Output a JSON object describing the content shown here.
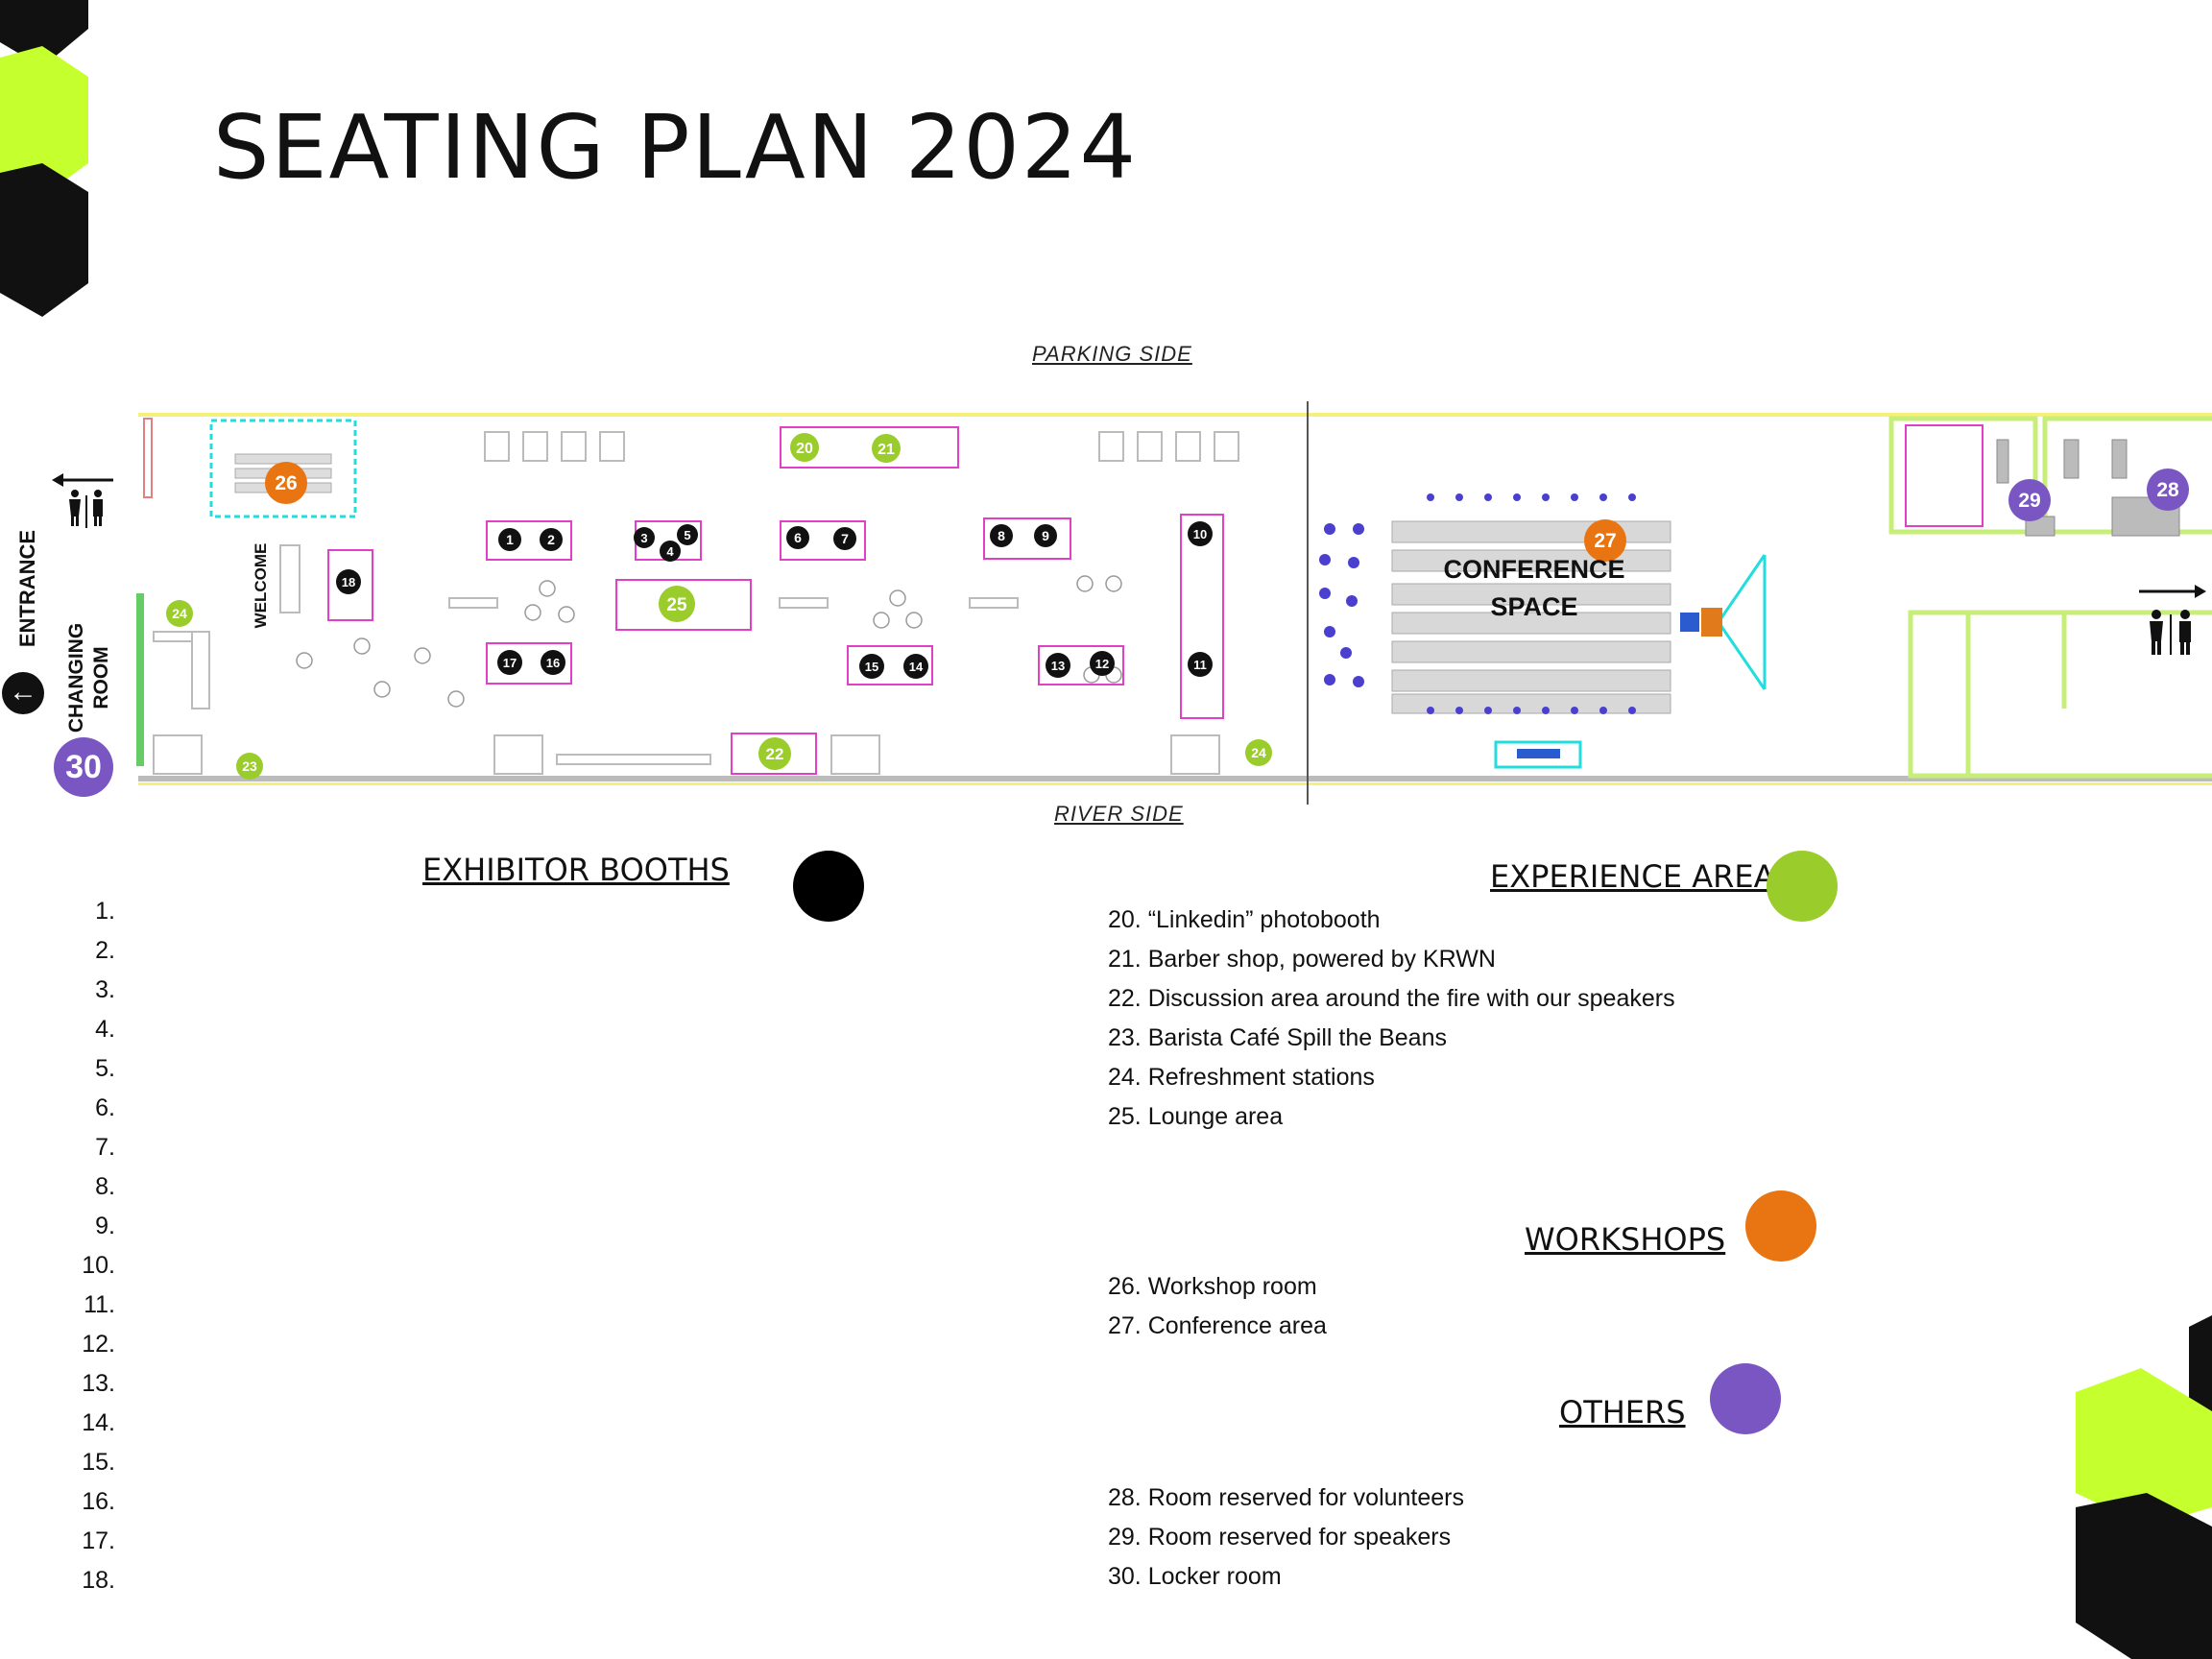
{
  "header": {
    "title": "SEATING PLAN 2024"
  },
  "plan": {
    "parking_side": "PARKING SIDE",
    "river_side": "RIVER SIDE",
    "entrance": "ENTRANCE",
    "changing_room": "CHANGING ROOM",
    "welcome": "WELCOME",
    "conference_space_line1": "CONFERENCE",
    "conference_space_line2": "SPACE",
    "entry_badge": "30",
    "markers": {
      "m1": "1",
      "m2": "2",
      "m3": "3",
      "m4": "4",
      "m5": "5",
      "m6": "6",
      "m7": "7",
      "m8": "8",
      "m9": "9",
      "m10": "10",
      "m11": "11",
      "m12": "12",
      "m13": "13",
      "m14": "14",
      "m15": "15",
      "m16": "16",
      "m17": "17",
      "m18": "18",
      "m20": "20",
      "m21": "21",
      "m22": "22",
      "m23": "23",
      "m24a": "24",
      "m24b": "24",
      "m25": "25",
      "m26": "26",
      "m27": "27",
      "m28": "28",
      "m29": "29"
    }
  },
  "legend": {
    "exhibitor_title": "EXHIBITOR BOOTHS",
    "exhibitor_numbers": [
      "1.",
      "2.",
      "3.",
      "4.",
      "5.",
      "6.",
      "7.",
      "8.",
      "9.",
      "10.",
      "11.",
      "12.",
      "13.",
      "14.",
      "15.",
      "16.",
      "17.",
      "18."
    ],
    "experience_title": "EXPERIENCE AREA",
    "experience_items": [
      "20. “Linkedin” photobooth",
      "21. Barber shop, powered by KRWN",
      "22. Discussion area around the fire with our speakers",
      "23. Barista Café Spill the Beans",
      "24. Refreshment stations",
      "25. Lounge area"
    ],
    "workshops_title": "WORKSHOPS",
    "workshops_items": [
      "26. Workshop room",
      "27. Conference area"
    ],
    "others_title": "OTHERS",
    "others_items": [
      "28. Room reserved for volunteers",
      "29. Room reserved for speakers",
      "30. Locker room"
    ]
  },
  "colors": {
    "exhibitor": "#000000",
    "experience": "#9acd2b",
    "workshops": "#e87511",
    "others": "#7a56c3",
    "lime": "#c6ff2e",
    "booth_outline": "#e040c8"
  }
}
